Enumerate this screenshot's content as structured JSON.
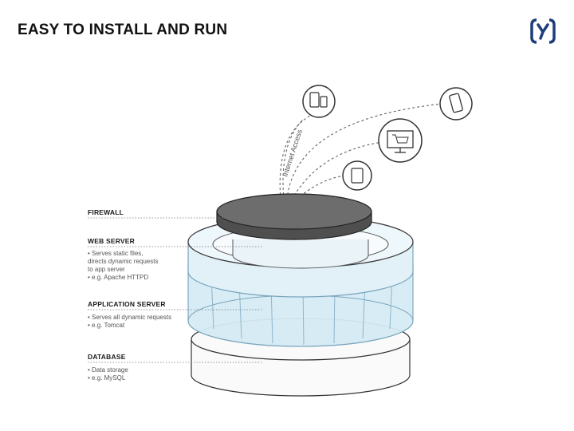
{
  "slide": {
    "title": "EASY TO INSTALL AND RUN"
  },
  "logo": {
    "icon": "bracket-y-logo-icon",
    "color": "#1f3d7a"
  },
  "diagram": {
    "internet_label": "Internet Access",
    "devices": [
      "phone-tablet-icon",
      "mobile-phone-icon",
      "shopping-cart-monitor-icon",
      "tablet-icon"
    ],
    "layers": [
      {
        "name": "FIREWALL",
        "details": []
      },
      {
        "name": "WEB SERVER",
        "details": [
          "• Serves static files,",
          "  directs dynamic requests",
          "  to app server",
          "• e.g. Apache HTTPD"
        ]
      },
      {
        "name": "APPLICATION SERVER",
        "details": [
          "• Serves all dynamic requests",
          "• e.g. Tomcat"
        ]
      },
      {
        "name": "DATABASE",
        "details": [
          "• Data storage",
          "• e.g. MySQL"
        ]
      }
    ],
    "colors": {
      "firewall": "#6d6d6d",
      "glass": "#d6ebf5",
      "glass_edge": "#9fc3d6",
      "line": "#333333"
    }
  }
}
